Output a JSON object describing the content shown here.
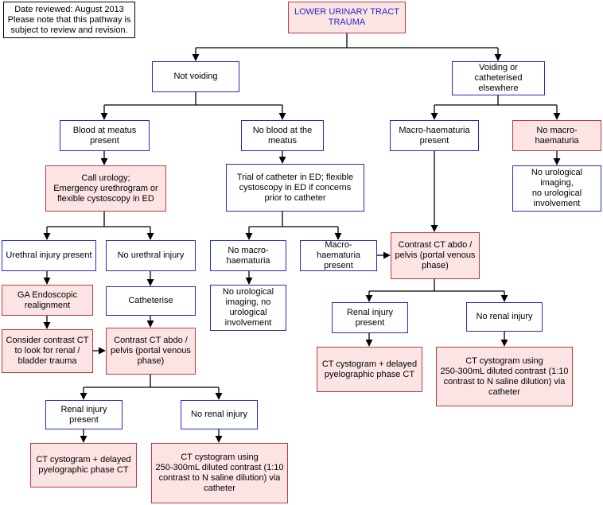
{
  "colors": {
    "box_border_blue": "#1f2bc8",
    "box_border_red": "#c0393f",
    "box_fill_red": "#fce4e4",
    "connector": "#000000"
  },
  "note": "Date reviewed: August 2013\nPlease note that this pathway is\nsubject to review and revision.",
  "nodes": {
    "root": "LOWER URINARY TRACT\nTRAUMA",
    "not_voiding": "Not voiding",
    "voiding": "Voiding or\ncatheterised\nelsewhere",
    "blood_meatus": "Blood at meatus\npresent",
    "no_blood_meatus": "No blood at the\nmeatus",
    "macro_haem_right": "Macro-haematuria\npresent",
    "no_macro_haem_right": "No macro-haematuria",
    "call_urology": "Call urology;\nEmergency urethrogram or\nflexible cystoscopy in ED",
    "trial_catheter": "Trial of catheter in ED; flexible\ncystoscopy in ED if concerns\nprior to catheter",
    "no_imaging_right": "No urological imaging,\nno urological\ninvolvement",
    "urethral_injury": "Urethral injury present",
    "no_urethral_injury": "No urethral injury",
    "no_macro_haem_mid": "No macro-\nhaematuria",
    "macro_haem_mid": "Macro-haematuria\npresent",
    "contrast_ct_right": "Contrast CT abdo /\npelvis (portal venous\nphase)",
    "ga_endoscopic": "GA Endoscopic\nrealignment",
    "catheterise": "Catheterise",
    "no_imaging_mid": "No urological\nimaging, no\nurological\ninvolvement",
    "renal_injury_right": "Renal injury\npresent",
    "no_renal_injury_right": "No renal injury",
    "consider_ct": "Consider contrast CT\nto look for renal /\nbladder trauma",
    "contrast_ct_left": "Contrast CT abdo /\npelvis (portal venous\nphase)",
    "ct_cysto_delayed_right": "CT cystogram + delayed\npyelographic phase CT",
    "ct_cysto_dilute_right": "CT cystogram using\n250-300mL diluted contrast (1:10\ncontrast to N saline dilution) via\ncatheter",
    "renal_injury_left": "Renal injury\npresent",
    "no_renal_injury_left": "No renal injury",
    "ct_cysto_delayed_left": "CT cystogram + delayed\npyelographic phase CT",
    "ct_cysto_dilute_left": "CT cystogram using\n250-300mL diluted contrast (1:10\ncontrast to N saline dilution) via\ncatheter"
  }
}
